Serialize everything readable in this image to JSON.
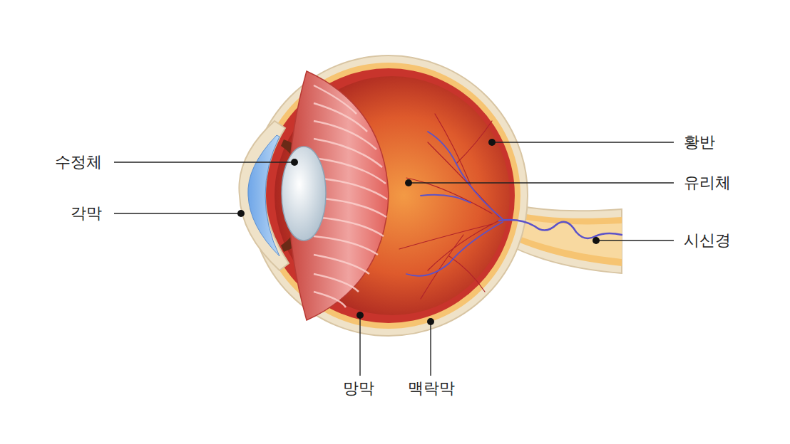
{
  "diagram": {
    "labels": [
      "황반",
      "수정체",
      "유리체",
      "각막",
      "시신경",
      "망막",
      "맥락막"
    ]
  }
}
